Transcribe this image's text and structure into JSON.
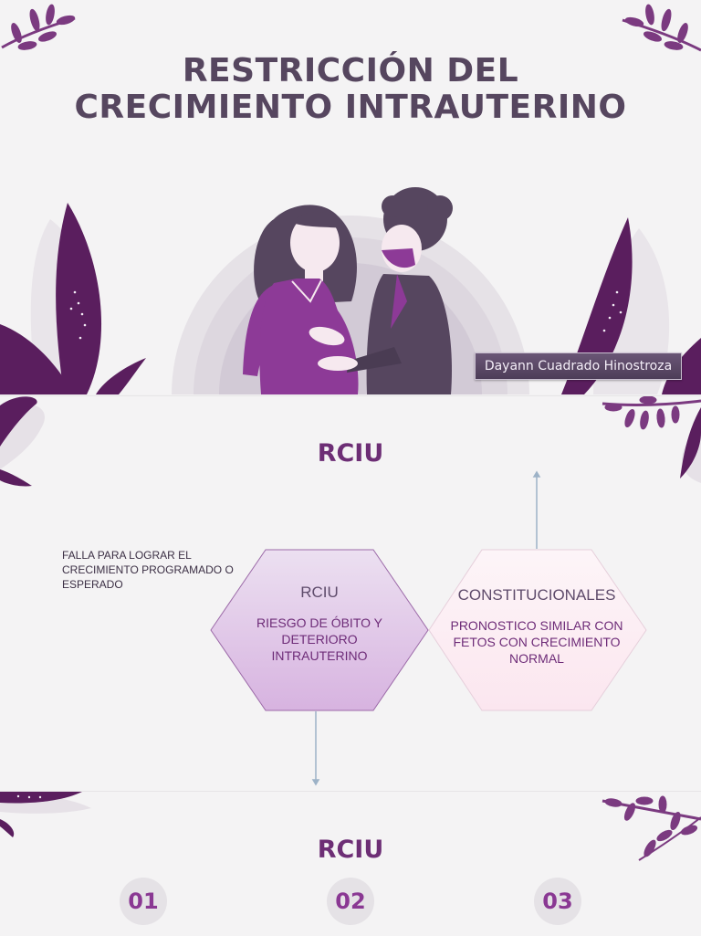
{
  "cover": {
    "title_line1": "RESTRICCIÓN DEL",
    "title_line2": "CRECIMIENTO INTRAUTERINO",
    "author": "Dayann Cuadrado Hinostroza",
    "illustration_icon": "pregnant-woman-with-doctor-illustration"
  },
  "definition": {
    "heading": "RCIU",
    "note": "FALLA PARA LOGRAR EL CRECIMIENTO PROGRAMADO O ESPERADO",
    "hex_left": {
      "title": "RCIU",
      "text": "RIESGO DE ÓBITO Y DETERIORO INTRAUTERINO"
    },
    "hex_right": {
      "title": "CONSTITUCIONALES",
      "text": "PRONOSTICO SIMILAR CON FETOS CON CRECIMIENTO NORMAL"
    }
  },
  "list": {
    "heading": "RCIU",
    "numbers": [
      "01",
      "02",
      "03"
    ]
  },
  "colors": {
    "title": "#56465f",
    "accent": "#6d2e75",
    "leaf": "#5a1e5e",
    "number": "#8a3893"
  }
}
